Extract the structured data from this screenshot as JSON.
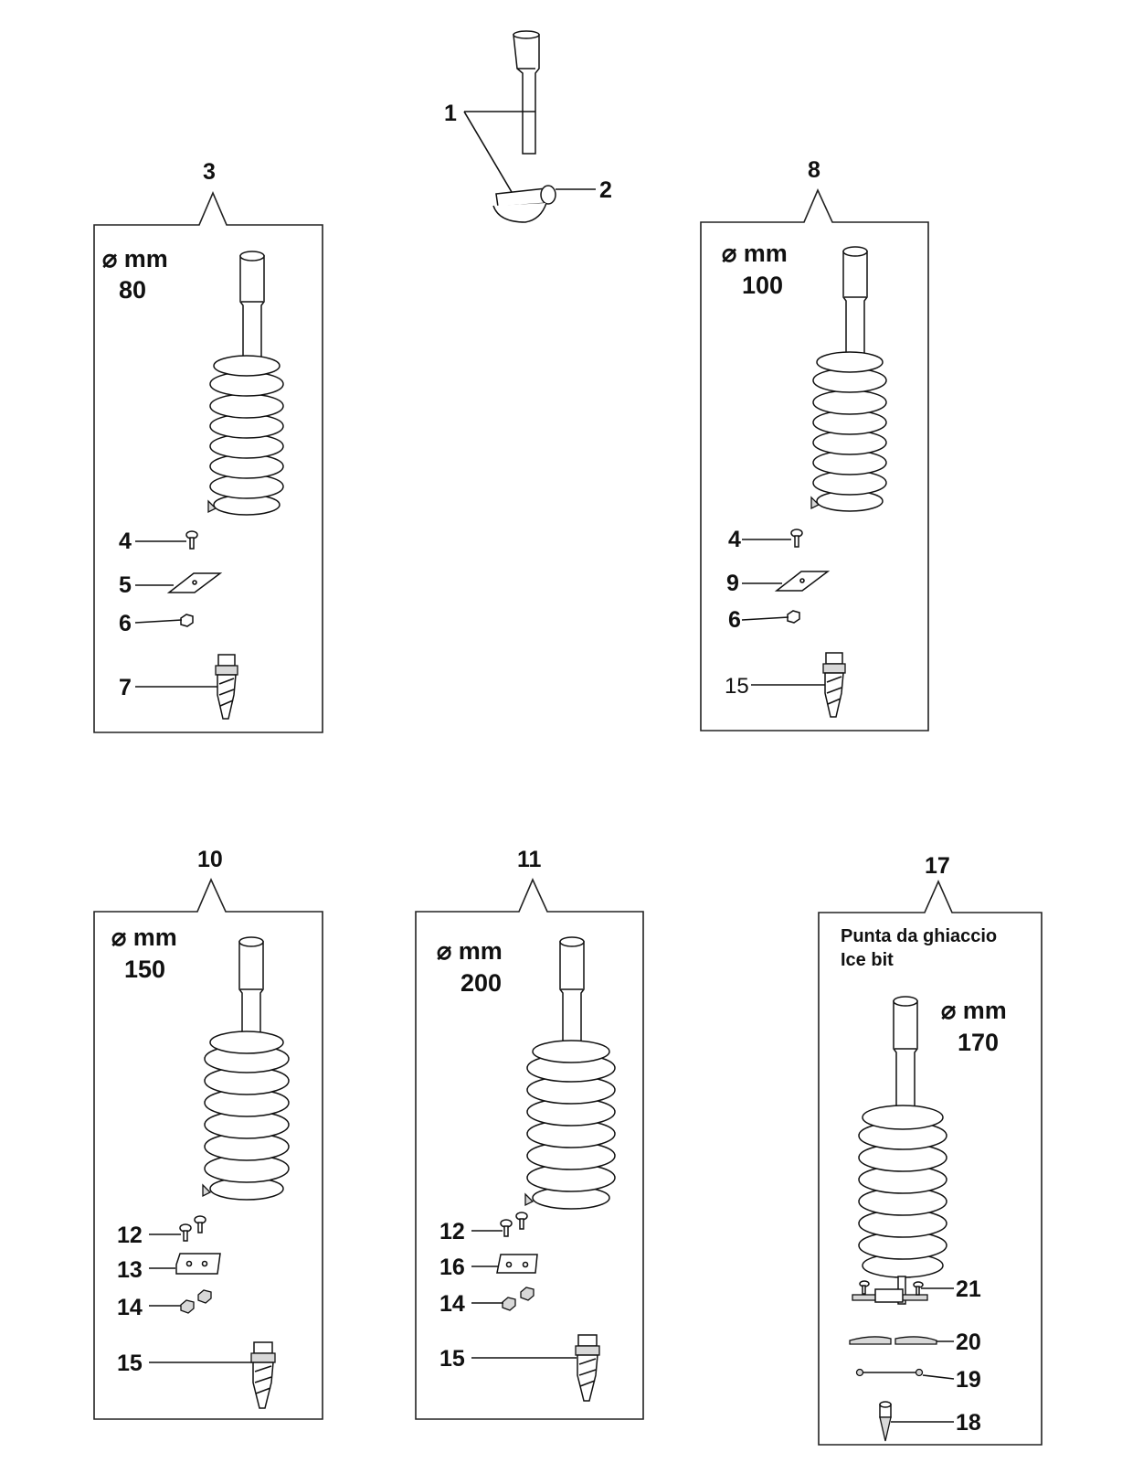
{
  "symbols": {
    "diameter": "⌀",
    "unit": "mm"
  },
  "callouts": {
    "c1": "1",
    "c2": "2",
    "c3": "3",
    "c4a": "4",
    "c5": "5",
    "c6a": "6",
    "c7": "7",
    "c8": "8",
    "c4b": "4",
    "c9": "9",
    "c6b": "6",
    "c15a": "15",
    "c10": "10",
    "c12a": "12",
    "c13": "13",
    "c14a": "14",
    "c15b": "15",
    "c11": "11",
    "c12b": "12",
    "c16": "16",
    "c14b": "14",
    "c15c": "15",
    "c17": "17",
    "c21": "21",
    "c20": "20",
    "c19": "19",
    "c18": "18"
  },
  "groups": {
    "g3": {
      "diameter_mm": "80"
    },
    "g8": {
      "diameter_mm": "100"
    },
    "g10": {
      "diameter_mm": "150"
    },
    "g11": {
      "diameter_mm": "200"
    },
    "g17": {
      "diameter_mm": "170",
      "line1": "Punta da ghiaccio",
      "line2": "Ice bit"
    }
  }
}
